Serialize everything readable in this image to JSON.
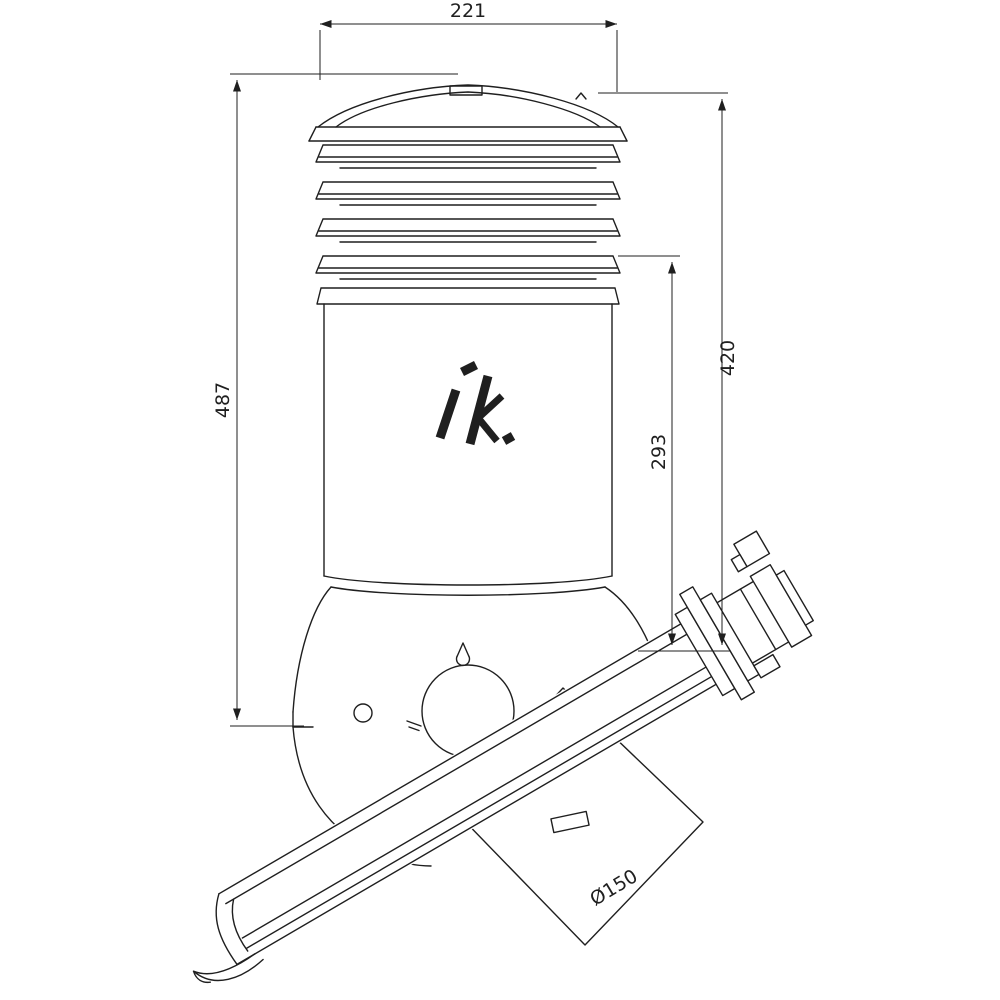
{
  "page": {
    "background": "#ffffff"
  },
  "drawing": {
    "line_color": "#1f1f1f",
    "logo_icon": "brand-logo-mark",
    "dimensions": {
      "top_width": "221",
      "overall_height": "487",
      "cap_to_outlet_height": "420",
      "louver_to_outlet_height": "293",
      "pipe_diameter": "Ø150"
    }
  }
}
